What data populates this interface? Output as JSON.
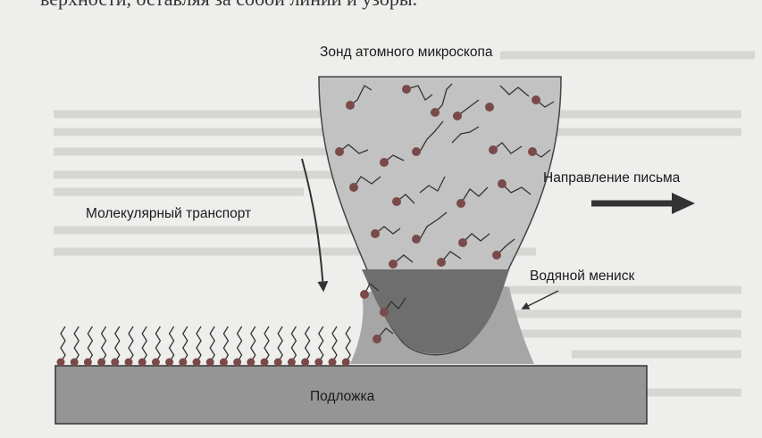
{
  "header_text": "верхности, оставляя за собой линии и узоры.",
  "diagram": {
    "probe_label": "Зонд атомного микроскопа",
    "direction_label": "Направление письма",
    "transport_label": "Молекулярный транспорт",
    "meniscus_label": "Водяной мениск",
    "substrate_label": "Подложка"
  },
  "colors": {
    "probe_fill": "#c2c2c2",
    "meniscus_fill": "#6e6e6e",
    "water_fill": "#a6a6a6",
    "substrate_fill": "#959595",
    "molecule_head": "#7a4a4a",
    "arrow": "#333333"
  }
}
